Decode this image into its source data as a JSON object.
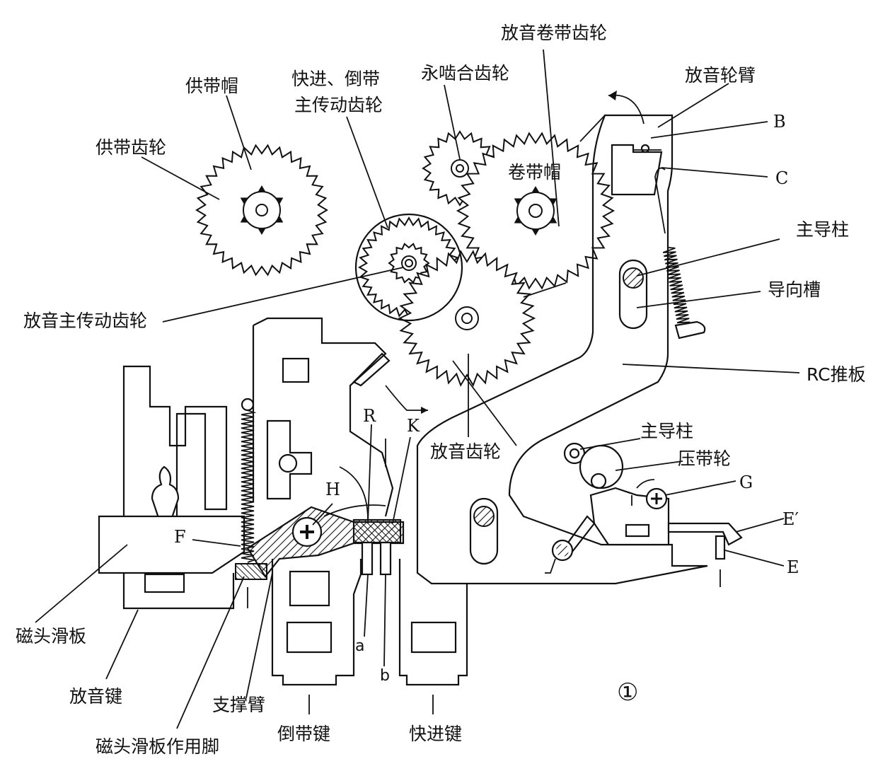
{
  "figure_number": "①",
  "labels": {
    "supply_gear": "供带齿轮",
    "supply_hub": "供带帽",
    "ff_rew_main_gear_line1": "快进、倒带",
    "ff_rew_main_gear_line2": "主传动齿轮",
    "perm_mesh_gear": "永啮合齿轮",
    "play_takeup_gear": "放音卷带齿轮",
    "takeup_hub": "卷带帽",
    "play_wheel_arm": "放音轮臂",
    "b": "B",
    "c": "C",
    "capstan_top": "主导柱",
    "guide_slot": "导向槽",
    "play_main_gear": "放音主传动齿轮",
    "rc_plate": "RC推板",
    "r": "R",
    "k": "K",
    "play_gear": "放音齿轮",
    "capstan_bottom": "主导柱",
    "pinch_roller": "压带轮",
    "g": "G",
    "h": "H",
    "f": "F",
    "e_prime": "E′",
    "e": "E",
    "head_slide": "磁头滑板",
    "play_key": "放音键",
    "support_arm": "支撑臂",
    "head_slide_foot": "磁头滑板作用脚",
    "rewind_key": "倒带键",
    "ff_key": "快进键",
    "a": "a",
    "b_small": "b"
  }
}
